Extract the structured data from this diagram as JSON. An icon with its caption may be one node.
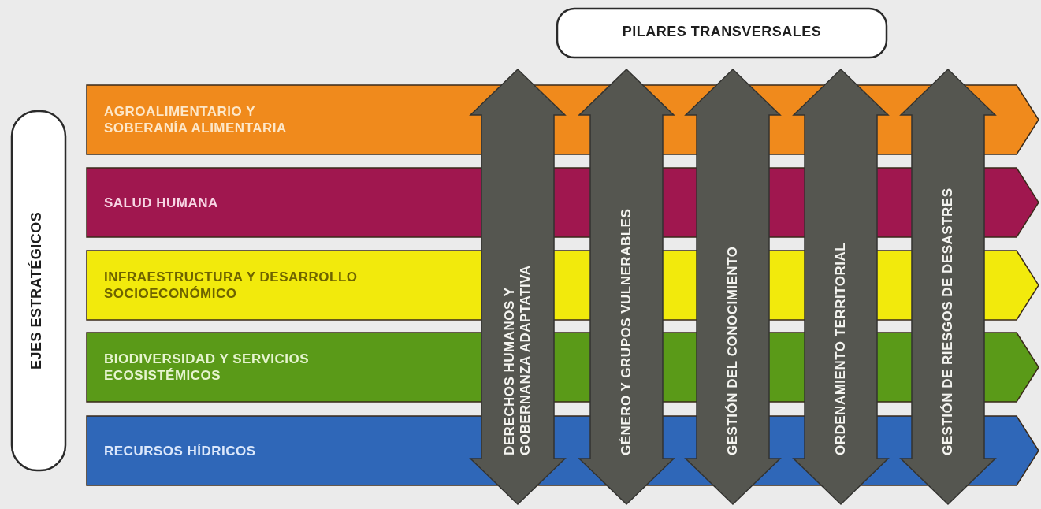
{
  "diagram": {
    "nodes": [
      {
        "text": [
          "PILARES TRANSVERSALES"
        ]
      },
      {
        "text": [
          "EJES ESTRATÉGICOS"
        ]
      },
      {
        "text": [
          "AGROALIMENTARIO Y SOBERANÍA ALIMENTARIA"
        ]
      },
      {
        "text": [
          "SALUD HUMANA"
        ]
      },
      {
        "text": [
          "INFRAESTRUCTURA Y DESARROLLO SOCIOECONÓMICO"
        ]
      },
      {
        "text": [
          "BIODIVERSIDAD Y SERVICIOS ECOSISTÉMICOS"
        ]
      },
      {
        "text": [
          "RECURSOS HÍDRICOS"
        ]
      },
      {
        "text": [
          "DERECHOS HUMANOS Y GOBERNANZA ADAPTATIVA"
        ]
      },
      {
        "text": [
          "GÉNERO Y GRUPOS VULNERABLES"
        ]
      },
      {
        "text": [
          "GESTIÓN DEL CONOCIMIENTO"
        ]
      },
      {
        "text": [
          "ORDENAMIENTO TERRITORIAL"
        ]
      },
      {
        "text": [
          "GESTIÓN DE RIESGOS DE DESASTRES"
        ]
      }
    ],
    "edges": []
  }
}
